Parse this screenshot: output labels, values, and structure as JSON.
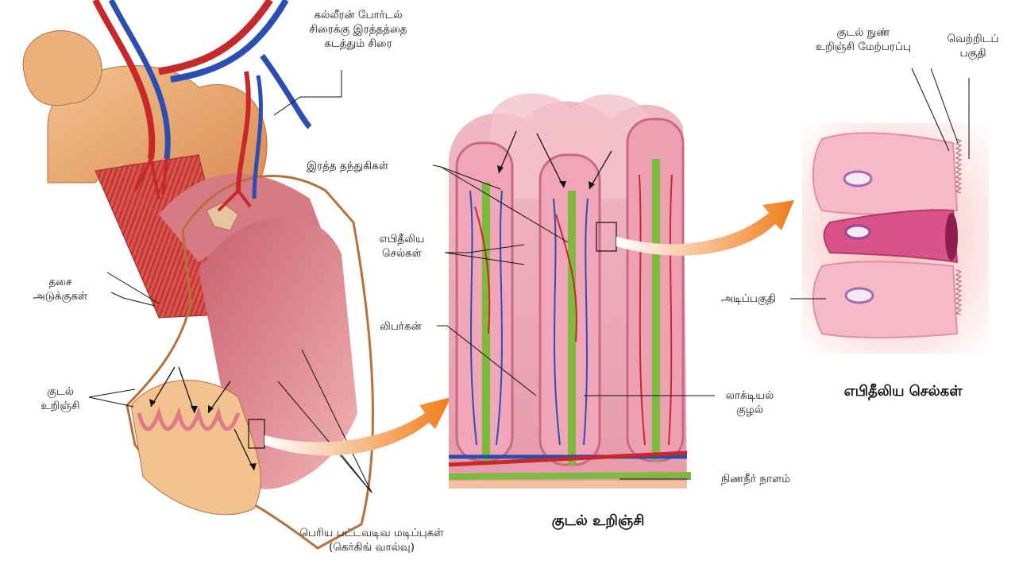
{
  "labels": {
    "portal_vein": [
      "கல்லீரன் போர்டல்",
      "சிரைக்கு இரத்தத்தை",
      "கடத்தும் சிரை"
    ],
    "muscle_layers": [
      "தசை",
      "அடுக்குகள்"
    ],
    "villi": [
      "குடல்",
      "உறிஞ்சி"
    ],
    "circular_folds": [
      "பெரிய பட்டவடிவ மடிப்புகள்",
      "(கெர்கிங் வால்வு)"
    ],
    "capillaries": "இரத்த தந்துகிகள்",
    "epithelial_cells": [
      "எபிதீலிய",
      "செல்கள்"
    ],
    "lieberkuhn": "லிபர்கன்",
    "lacteal": [
      "லாக்டியல்",
      "குழல்"
    ],
    "lymph_vessel": "நிணநீர் நாளம்",
    "microvilli": [
      "குடல் நுண்",
      "உறிஞ்சி மேற்பரப்பு"
    ],
    "apical": [
      "வெற்றிடப்",
      "பகுதி"
    ],
    "basal": "அடிப்பகுதி"
  },
  "titles": {
    "villus": "குடல் உறிஞ்சி",
    "epithelial": "எபிதீலிய செல்கள்"
  },
  "colors": {
    "artery": "#c8282a",
    "vein": "#2a4fb0",
    "lacteal": "#7dbb3c",
    "tissue_pink": "#e79aa6",
    "intestine_tan": "#e7a66b",
    "arrow_orange": "#f08a24"
  }
}
